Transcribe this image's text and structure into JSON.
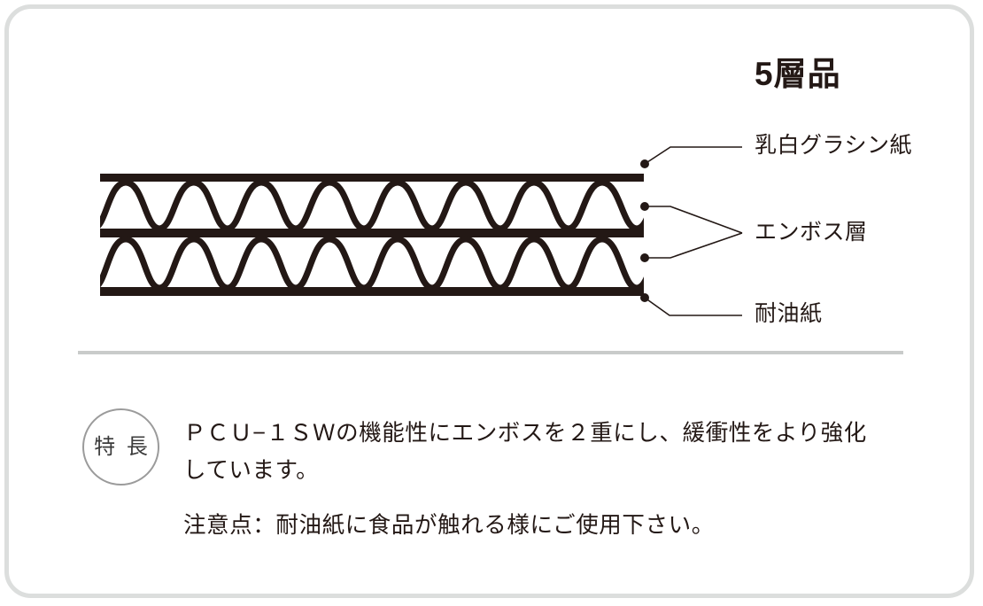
{
  "card": {
    "title": "5層品",
    "border_color": "#dcdedd",
    "background": "#ffffff"
  },
  "diagram": {
    "name": "five-layer-corrugated-cross-section",
    "ink_color": "#231815",
    "layer_count": 5,
    "flute_periods": 8,
    "layers": [
      {
        "id": "liner-top",
        "type": "flat",
        "label_ref": "label_top"
      },
      {
        "id": "emboss-upper",
        "type": "corrugated",
        "label_ref": "label_middle"
      },
      {
        "id": "liner-middle",
        "type": "flat",
        "label_ref": null
      },
      {
        "id": "emboss-lower",
        "type": "corrugated",
        "label_ref": "label_middle"
      },
      {
        "id": "liner-bottom",
        "type": "flat",
        "label_ref": "label_bottom"
      }
    ]
  },
  "callouts": {
    "label_top": "乳白グラシン紙",
    "label_middle": "エンボス層",
    "label_bottom": "耐油紙"
  },
  "divider": {
    "color": "#c9cbca"
  },
  "feature": {
    "badge": "特 長",
    "badge_border_color": "#9b9b9b",
    "lines": [
      "ＰＣＵ−１ＳＷの機能性にエンボスを２重にし、緩衝性をより強化",
      "しています。"
    ],
    "note": [
      "注意点：耐油紙に食品が触れる様にご使用下さい。"
    ]
  }
}
